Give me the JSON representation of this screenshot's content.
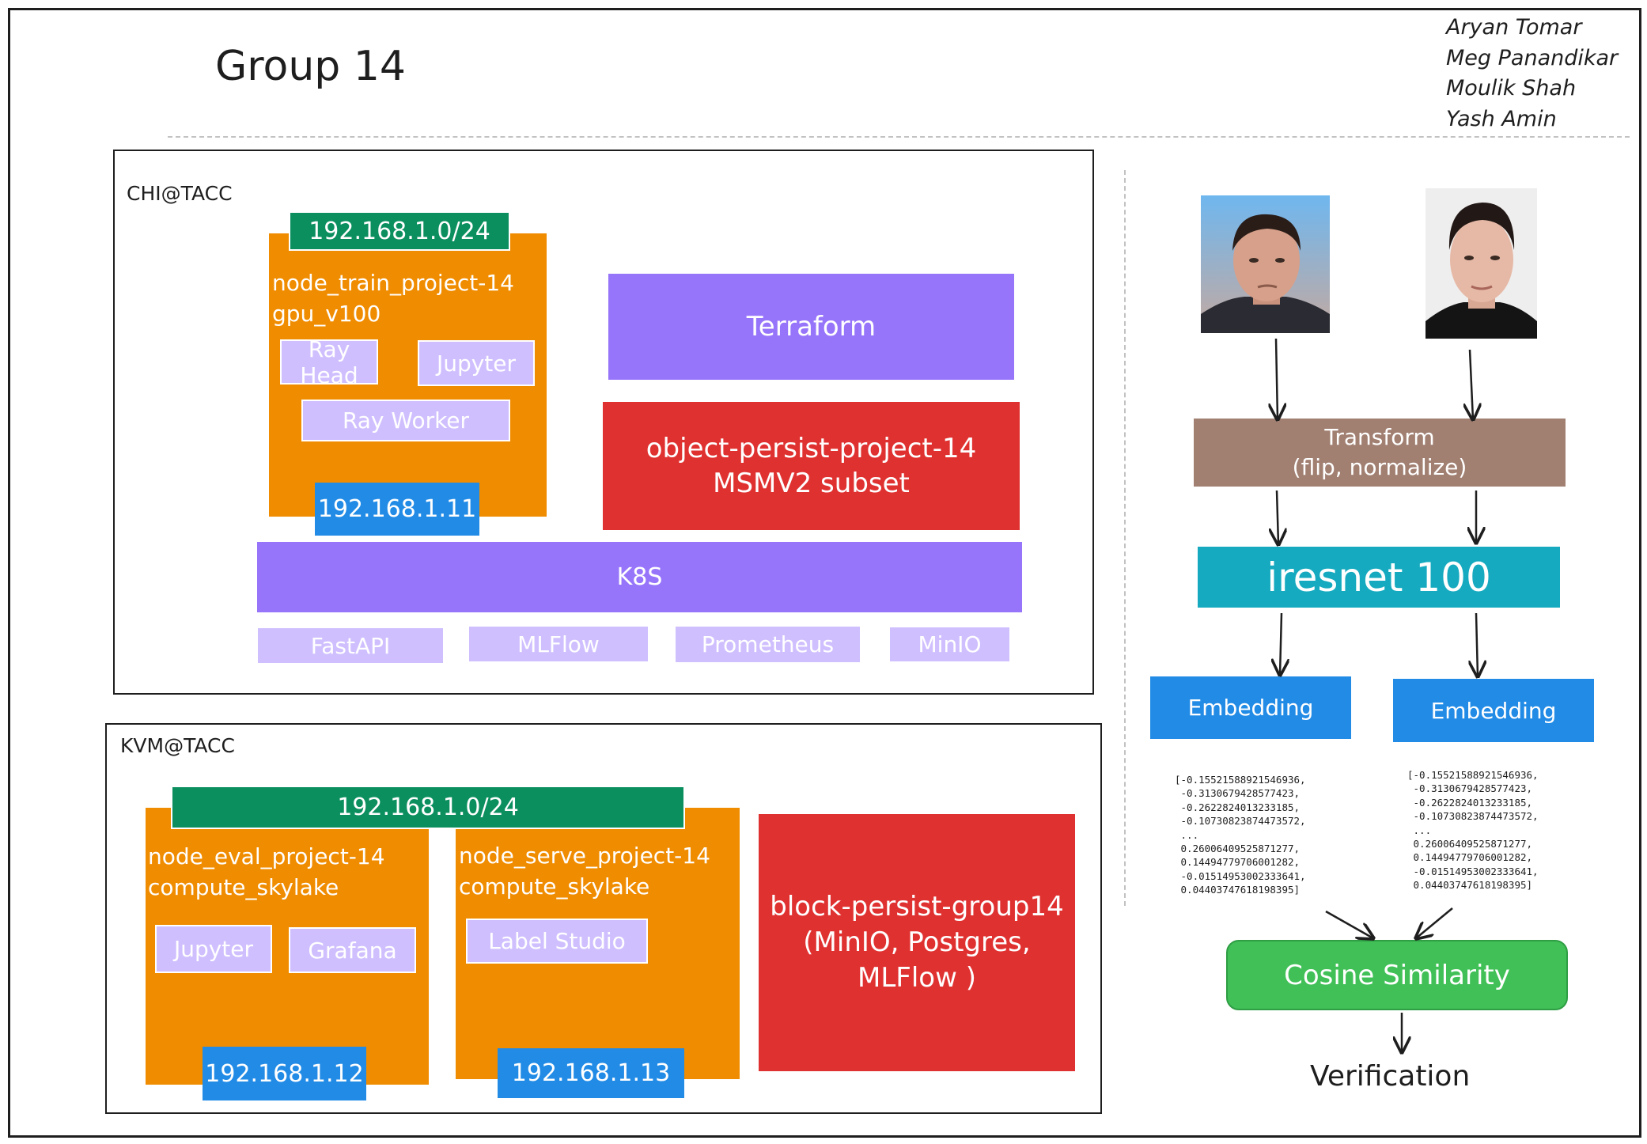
{
  "title": "Group 14",
  "authors": [
    "Aryan Tomar",
    "Meg Panandikar",
    "Moulik Shah",
    "Yash Amin"
  ],
  "chi": {
    "label": "CHI@TACC",
    "subnet": "192.168.1.0/24",
    "node_name": "node_train_project-14",
    "node_flavor": "gpu_v100",
    "ray_head": "Ray Head",
    "jupyter": "Jupyter",
    "ray_worker": "Ray Worker",
    "ip": "192.168.1.11",
    "terraform": "Terraform",
    "object_store_name": "object-persist-project-14",
    "object_store_content": "MSMV2 subset",
    "k8s": "K8S",
    "services": [
      "FastAPI",
      "MLFlow",
      "Prometheus",
      "MinIO"
    ]
  },
  "kvm": {
    "label": "KVM@TACC",
    "subnet": "192.168.1.0/24",
    "eval_node": {
      "name": "node_eval_project-14",
      "flavor": "compute_skylake",
      "apps": [
        "Jupyter",
        "Grafana"
      ],
      "ip": "192.168.1.12"
    },
    "serve_node": {
      "name": "node_serve_project-14",
      "flavor": "compute_skylake",
      "apps": [
        "Label Studio"
      ],
      "ip": "192.168.1.13"
    },
    "block_store": {
      "line1": "block-persist-group14",
      "line2": "(MinIO, Postgres,",
      "line3": "MLFlow )"
    }
  },
  "pipeline": {
    "transform_line1": "Transform",
    "transform_line2": "(flip, normalize)",
    "model": "iresnet 100",
    "embedding_left": "Embedding",
    "embedding_right": "Embedding",
    "vector_left": "[-0.15521588921546936,\n -0.3130679428577423,\n -0.2622824013233185,\n -0.10730823874473572,\n ...\n 0.26006409525871277,\n 0.14494779706001282,\n -0.01514953002333641,\n 0.04403747618198395]",
    "vector_right": "[-0.15521588921546936,\n -0.3130679428577423,\n -0.2622824013233185,\n -0.10730823874473572,\n ...\n 0.26006409525871277,\n 0.14494779706001282,\n -0.01514953002333641,\n 0.04403747618198395]",
    "similarity": "Cosine Similarity",
    "result": "Verification"
  },
  "colors": {
    "node": "#f08c00",
    "subnet": "#0c8f5f",
    "ip": "#228be6",
    "orchestration": "#9775fa",
    "storage": "#e03131",
    "service": "#d0bfff",
    "transform": "#a18072",
    "model": "#15aabf",
    "similarity": "#40c057"
  }
}
